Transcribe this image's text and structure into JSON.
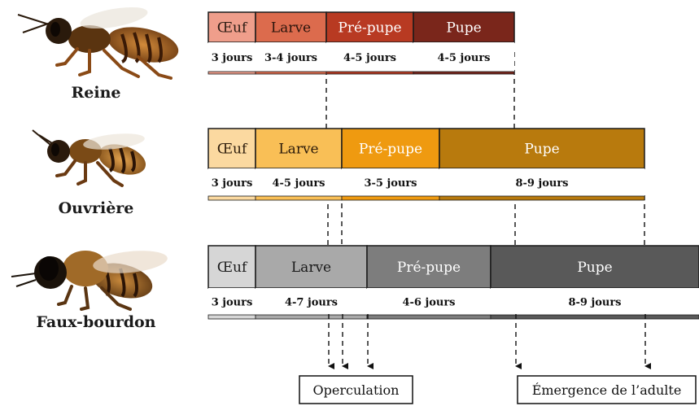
{
  "castes": [
    {
      "name": "Reine",
      "stages": [
        {
          "label": "Œuf",
          "duration": "3 jours",
          "color": "#ef9e8b",
          "text_color": "#2a1a12"
        },
        {
          "label": "Larve",
          "duration": "3-4 jours",
          "color": "#dc6b4d",
          "text_color": "#2a140c"
        },
        {
          "label": "Pré-pupe",
          "duration": "4-5 jours",
          "color": "#b83a22",
          "text_color": "#ffffff"
        },
        {
          "label": "Pupe",
          "duration": "4-5 jours",
          "color": "#7a261b",
          "text_color": "#ffffff"
        }
      ]
    },
    {
      "name": "Ouvrière",
      "stages": [
        {
          "label": "Œuf",
          "duration": "3 jours",
          "color": "#fbd9a0",
          "text_color": "#2a1a0a"
        },
        {
          "label": "Larve",
          "duration": "4-5 jours",
          "color": "#f9bf56",
          "text_color": "#2a1a0a"
        },
        {
          "label": "Pré-pupe",
          "duration": "3-5 jours",
          "color": "#ef9a10",
          "text_color": "#ffffff"
        },
        {
          "label": "Pupe",
          "duration": "8-9 jours",
          "color": "#b87a0d",
          "text_color": "#ffffff"
        }
      ]
    },
    {
      "name": "Faux-bourdon",
      "stages": [
        {
          "label": "Œuf",
          "duration": "3 jours",
          "color": "#d6d6d6",
          "text_color": "#1a1a1a"
        },
        {
          "label": "Larve",
          "duration": "4-7 jours",
          "color": "#a9a9a9",
          "text_color": "#1a1a1a"
        },
        {
          "label": "Pré-pupe",
          "duration": "4-6 jours",
          "color": "#7d7d7d",
          "text_color": "#ffffff"
        },
        {
          "label": "Pupe",
          "duration": "8-9 jours",
          "color": "#595959",
          "text_color": "#ffffff"
        }
      ]
    }
  ],
  "legend": {
    "operculation": "Operculation",
    "emergence": "Émergence de l’adulte"
  }
}
